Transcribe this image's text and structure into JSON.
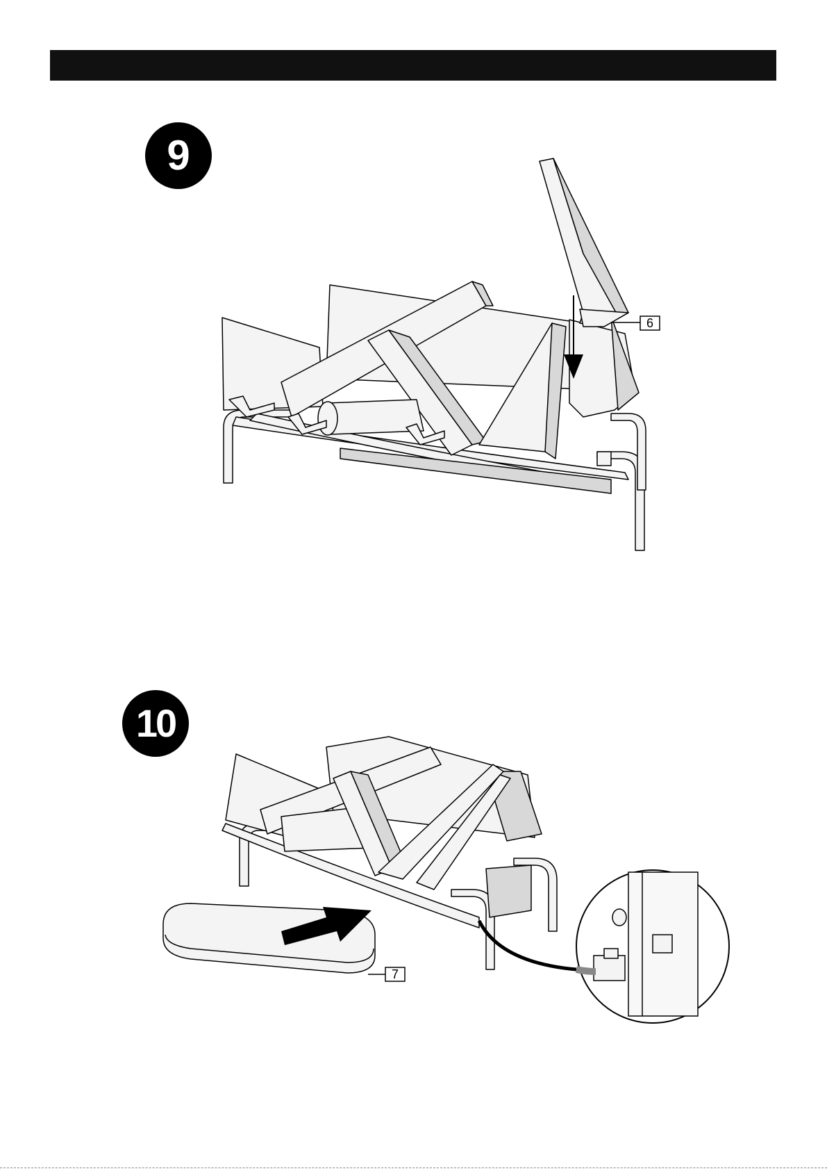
{
  "steps": [
    {
      "number": "9",
      "callout": "6"
    },
    {
      "number": "10",
      "callout": "7"
    }
  ],
  "colors": {
    "header": "#111111",
    "line": "#000000",
    "fill": "#f4f4f4",
    "shade": "#d8d8d8"
  }
}
